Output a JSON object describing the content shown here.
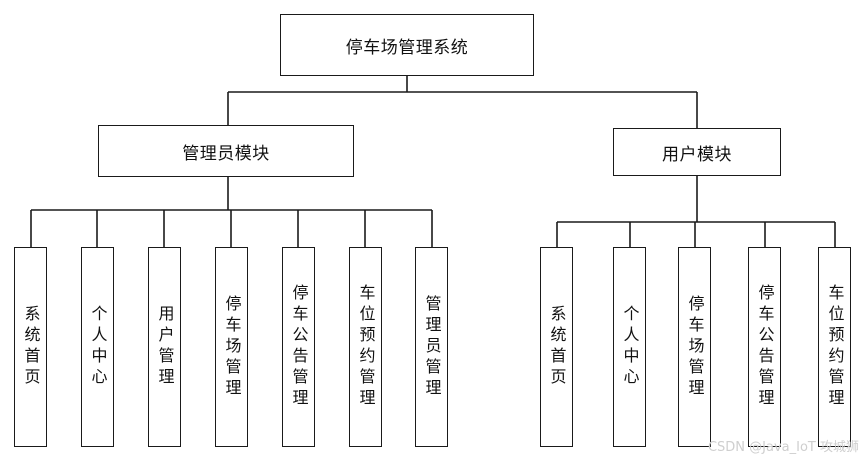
{
  "root": {
    "label": "停车场管理系统"
  },
  "branches": [
    {
      "label": "管理员模块",
      "children": [
        "系统首页",
        "个人中心",
        "用户管理",
        "停车场管理",
        "停车公告管理",
        "车位预约管理",
        "管理员管理"
      ]
    },
    {
      "label": "用户模块",
      "children": [
        "系统首页",
        "个人中心",
        "停车场管理",
        "停车公告管理",
        "车位预约管理"
      ]
    }
  ],
  "watermark": "CSDN @Java_IoT 攻城狮"
}
